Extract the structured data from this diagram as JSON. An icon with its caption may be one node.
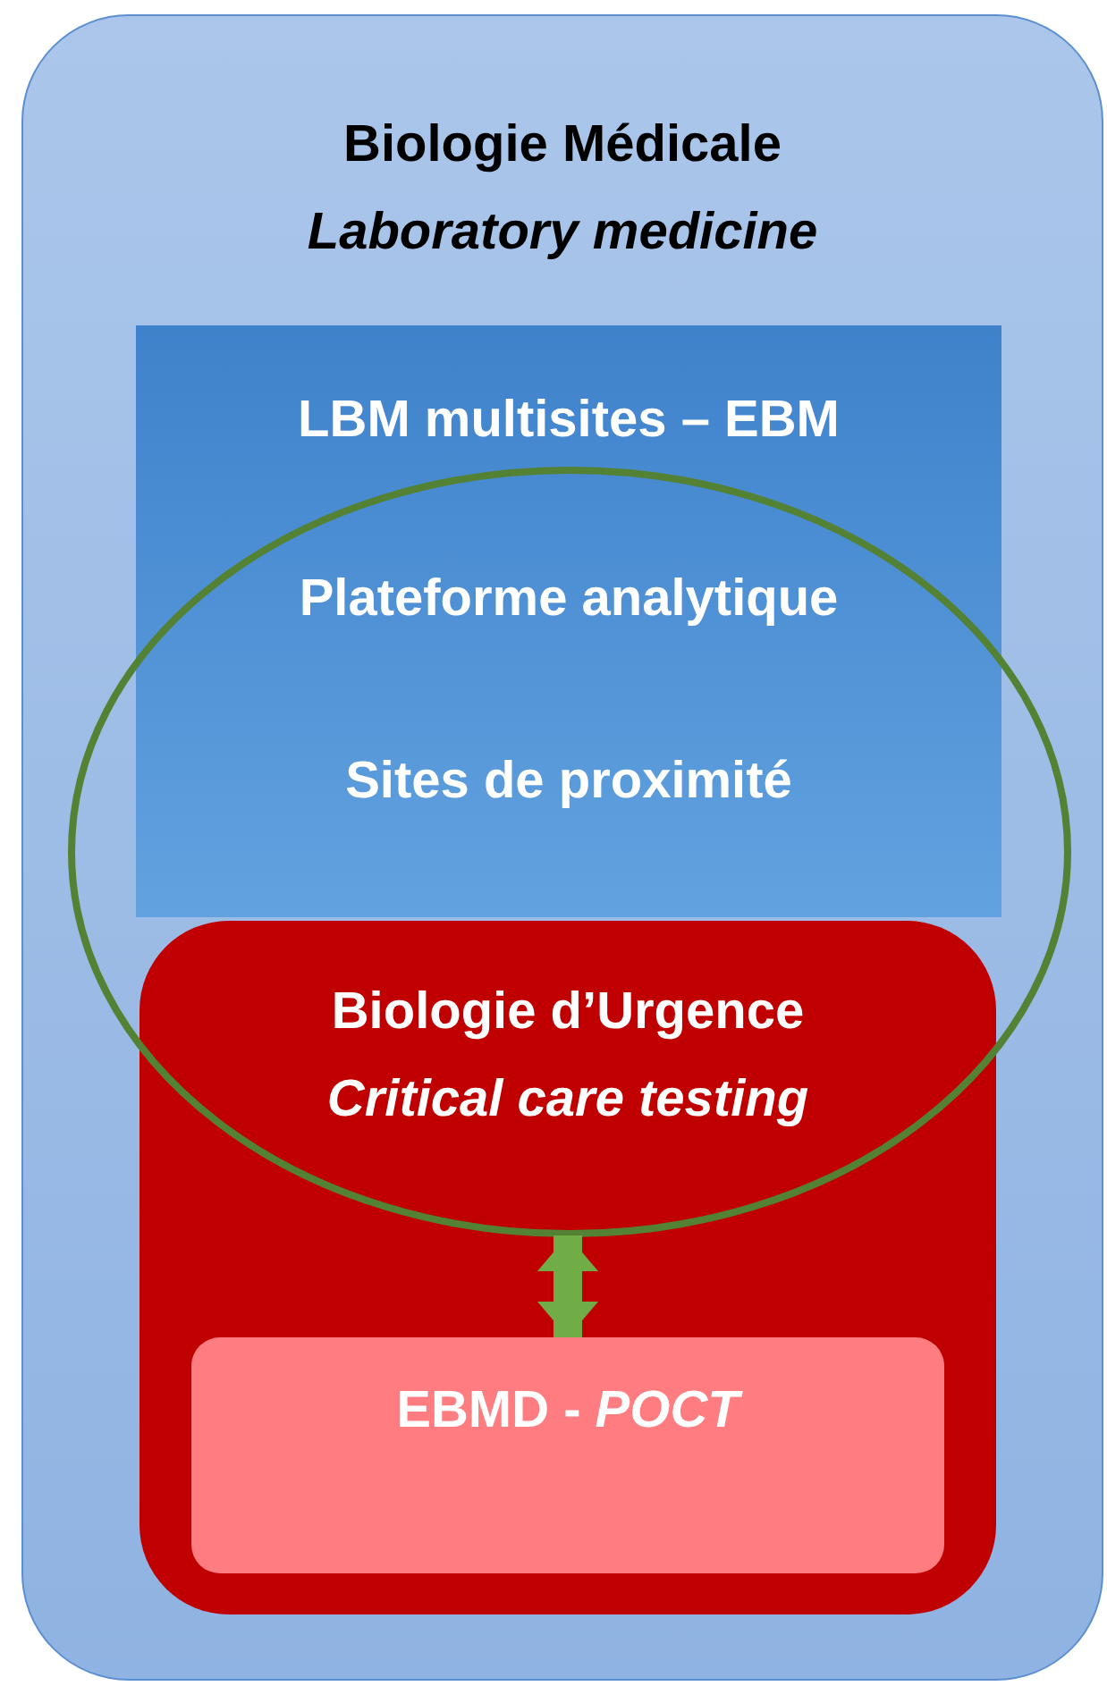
{
  "diagram": {
    "nodes": [
      {
        "text": [
          "Biologie Médicale",
          "Laboratory medicine"
        ]
      },
      {
        "text": [
          "LBM multisites – EBM",
          "Plateforme analytique",
          "Sites de proximité"
        ],
        "in": 0
      },
      {
        "text": [],
        "shape": "ellipse",
        "in": 0
      },
      {
        "text": [
          "Biologie d’Urgence",
          "Critical care testing"
        ],
        "in": 0
      },
      {
        "text": [
          "EBMD - *POCT*"
        ],
        "in": 3
      }
    ],
    "edges": [
      {
        "from": 2,
        "to": 4,
        "arrow": "both"
      }
    ]
  }
}
